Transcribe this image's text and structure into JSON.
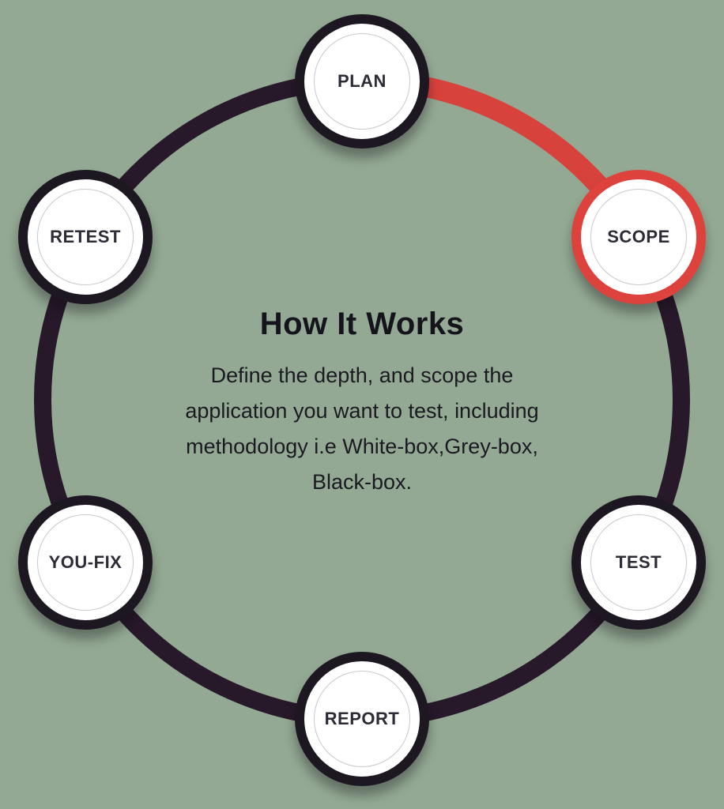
{
  "diagram": {
    "title": "How It Works",
    "description": "Define the depth, and scope the application you want to test, including methodology i.e White-box,Grey-box, Black-box.",
    "description_lines": [
      "Define the depth, and scope the",
      "application you want to test, including",
      "methodology i.e White-box,Grey-box,",
      "Black-box."
    ],
    "steps": [
      {
        "label": "PLAN",
        "active": false
      },
      {
        "label": "SCOPE",
        "active": true
      },
      {
        "label": "TEST",
        "active": false
      },
      {
        "label": "REPORT",
        "active": false
      },
      {
        "label": "YOU-FIX",
        "active": false
      },
      {
        "label": "RETEST",
        "active": false
      }
    ],
    "active_step": "SCOPE",
    "colors": {
      "ring": "#27192a",
      "active_accent": "#d8423c",
      "node_border": "#1d1722",
      "node_fill": "#ffffff",
      "inner_circle_border": "#c8c8ce",
      "text": "#15141c",
      "background": "#93a993"
    }
  }
}
